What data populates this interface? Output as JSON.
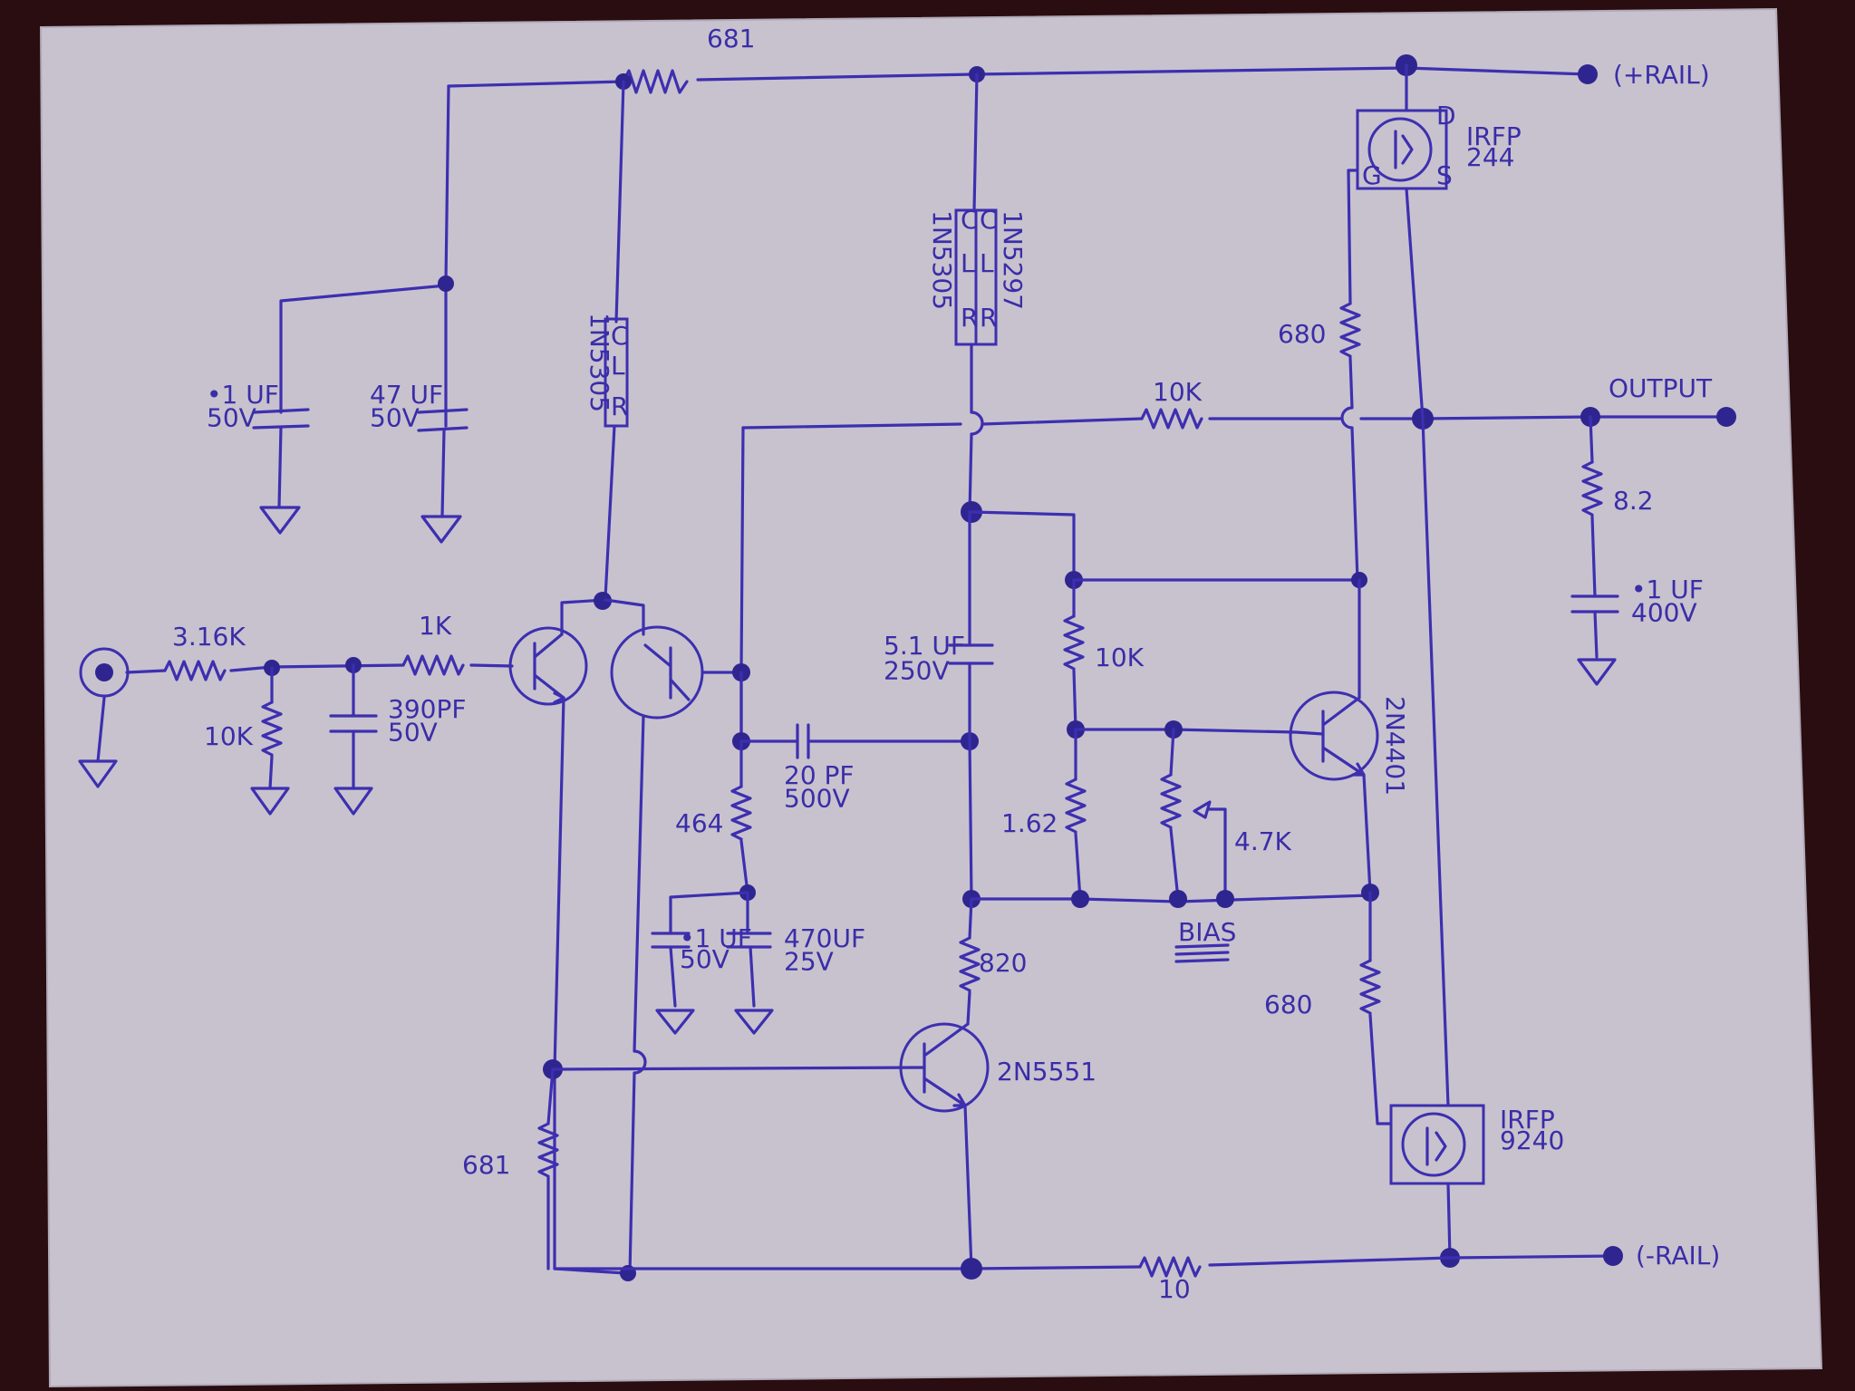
{
  "labels": {
    "r_top_681": "681",
    "plus_rail": "(+RAIL)",
    "minus_rail": "(-RAIL)",
    "output": "OUTPUT",
    "irfp244": "IRFP\n244",
    "irfp9240": "IRFP\n9240",
    "r_680_top": "680",
    "r_680_bot": "680",
    "r_10k_fb": "10K",
    "r_8_2": "8.2",
    "c_01_400": "•1 UF\n400V",
    "crd_left": "1N5305",
    "crd_mid_a": "1N5305",
    "crd_mid_b": "1N5297",
    "c_01_50_a": "•1 UF\n50V",
    "c_47_50": "47 UF\n50V",
    "r_3_16k": "3.16K",
    "r_1k": "1K",
    "r_10k_in": "10K",
    "c_390pf": "390PF\n50V",
    "c_5_1uf": "5.1 UF\n250V",
    "c_20pf": "20 PF\n500V",
    "r_464": "464",
    "c_01_50_b": "•1 UF\n50V",
    "c_470uf": "470UF\n25V",
    "r_820": "820",
    "q_2n5551": "2N5551",
    "r_10k_bias": "10K",
    "r_1_62": "1.62",
    "pot_4_7k": "4.7K",
    "bias": "BIAS",
    "q_2n4401": "2N4401",
    "r_681_low": "681",
    "r_10_low": "10"
  },
  "colors": {
    "paper": "#c9c3cf",
    "ink": "#3d2fb0",
    "background": "#2a0d10"
  }
}
